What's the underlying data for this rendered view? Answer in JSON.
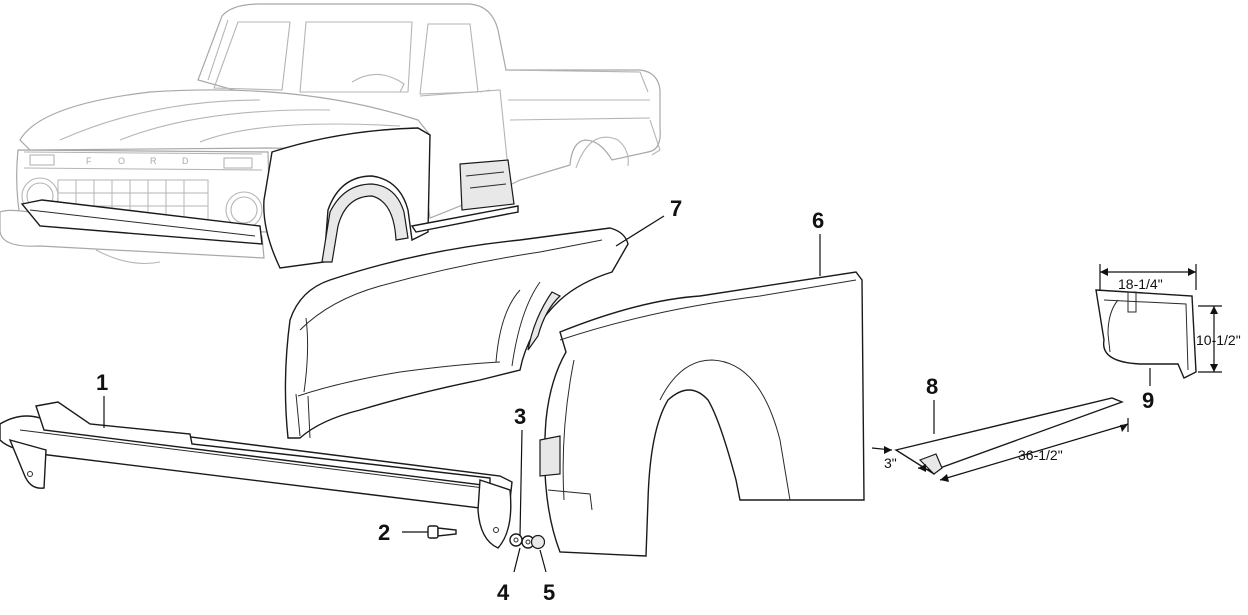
{
  "diagram": {
    "callouts": [
      {
        "id": "1",
        "label": "1"
      },
      {
        "id": "2",
        "label": "2"
      },
      {
        "id": "3",
        "label": "3"
      },
      {
        "id": "4",
        "label": "4"
      },
      {
        "id": "5",
        "label": "5"
      },
      {
        "id": "6",
        "label": "6"
      },
      {
        "id": "7",
        "label": "7"
      },
      {
        "id": "8",
        "label": "8"
      },
      {
        "id": "9",
        "label": "9"
      }
    ],
    "dimensions": {
      "part8_width": "3\"",
      "part8_length": "36-1/2\"",
      "part9_width": "18-1/4\"",
      "part9_height": "10-1/2\""
    },
    "grille_letters": [
      "F",
      "O",
      "R",
      "D"
    ]
  }
}
